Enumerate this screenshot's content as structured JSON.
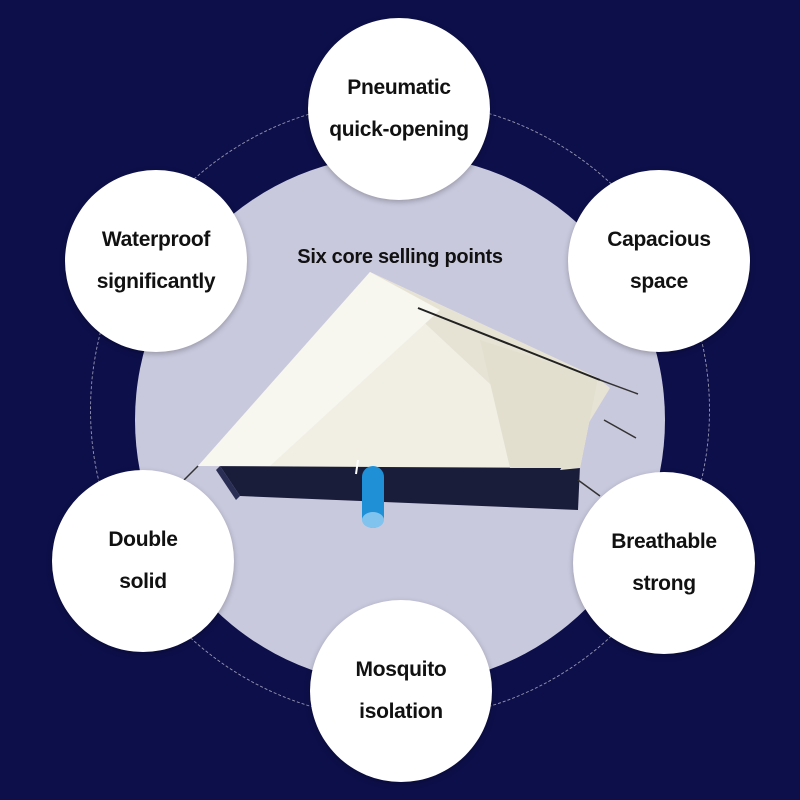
{
  "headline": "Six core selling points",
  "features": [
    {
      "id": "pneumatic",
      "lines": [
        "Pneumatic",
        "quick-opening"
      ]
    },
    {
      "id": "waterproof",
      "lines": [
        "Waterproof",
        "significantly"
      ]
    },
    {
      "id": "capacious",
      "lines": [
        "Capacious",
        "space"
      ]
    },
    {
      "id": "double",
      "lines": [
        "Double",
        "solid"
      ]
    },
    {
      "id": "breathable",
      "lines": [
        "Breathable",
        "strong"
      ]
    },
    {
      "id": "mosquito",
      "lines": [
        "Mosquito",
        "isolation"
      ]
    }
  ],
  "colors": {
    "background": "#0d0f4a",
    "halo": "#c9c9de",
    "tent_canvas": "#f1efe4",
    "tent_base": "#1a1d3a",
    "air_tube": "#1f8fd6"
  }
}
